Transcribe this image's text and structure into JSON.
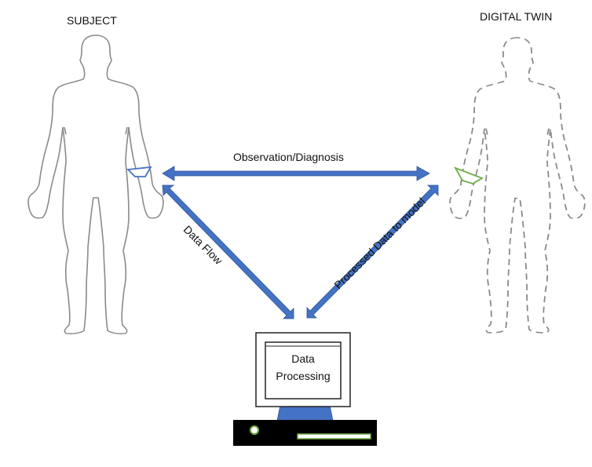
{
  "labels": {
    "subject": "SUBJECT",
    "digital_twin": "DIGITAL TWIN",
    "observation": "Observation/Diagnosis",
    "data_flow": "Data Flow",
    "processed": "Processed Data to model",
    "processing_line1": "Data",
    "processing_line2": "Processing"
  },
  "colors": {
    "arrow": "#4472C4",
    "arrow_dark": "#2F5597",
    "subject_band": "#4472C4",
    "twin_band": "#70AD47",
    "outline": "#7f7f7f",
    "computer_base": "#000000",
    "led": "#70AD47"
  },
  "icons": {
    "subject_body": "human-silhouette-solid",
    "twin_body": "human-silhouette-dashed",
    "computer": "desktop-computer",
    "wristband": "wearable-sensor"
  }
}
